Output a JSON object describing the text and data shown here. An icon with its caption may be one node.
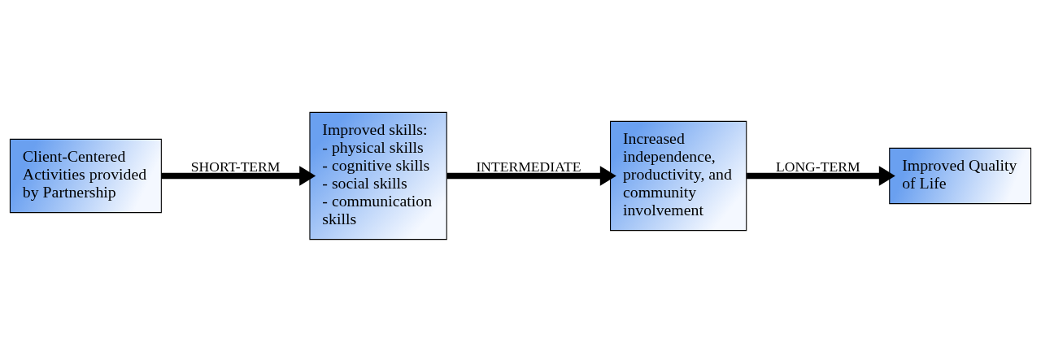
{
  "diagram": {
    "nodes": [
      {
        "text": [
          "Client-Centered Activities provided by Partnership"
        ]
      },
      {
        "text": [
          "Improved skills:",
          "- physical skills",
          "- cognitive skills",
          "- social skills",
          "- communication skills"
        ]
      },
      {
        "text": [
          "Increased independence, productivity, and community involvement"
        ]
      },
      {
        "text": [
          "Improved Quality of Life"
        ]
      }
    ],
    "edges": [
      {
        "from": 0,
        "to": 1,
        "arrow": "to",
        "label": "SHORT-TERM"
      },
      {
        "from": 1,
        "to": 2,
        "arrow": "to",
        "label": "INTERMEDIATE"
      },
      {
        "from": 2,
        "to": 3,
        "arrow": "to",
        "label": "LONG-TERM"
      }
    ]
  }
}
